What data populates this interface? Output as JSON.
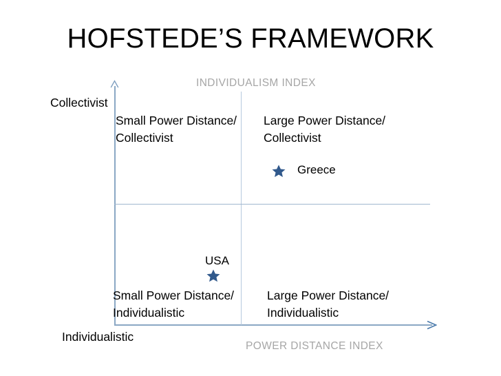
{
  "slide": {
    "title": "HOFSTEDE’S FRAMEWORK",
    "background_color": "#ffffff"
  },
  "axes": {
    "vertical": {
      "caption": "INDIVIDUALISM INDEX",
      "caption_color": "#a6a6a6",
      "line_color": "#8aa7c4",
      "top_pole_label": "Collectivist",
      "bottom_pole_label": "Individualistic"
    },
    "horizontal": {
      "caption": "POWER DISTANCE INDEX",
      "caption_color": "#a6a6a6",
      "line_color": "#8aa7c4"
    }
  },
  "quadrants": [
    {
      "id": "top-left",
      "label": "Small Power Distance/\nCollectivist"
    },
    {
      "id": "top-right",
      "label": "Large Power Distance/\nCollectivist"
    },
    {
      "id": "bottom-left",
      "label": "Small Power Distance/\nIndividualistic"
    },
    {
      "id": "bottom-right",
      "label": "Large Power Distance/\nIndividualistic"
    }
  ],
  "markers": [
    {
      "id": "greece",
      "label": "Greece",
      "icon": "star-icon",
      "color": "#31598c",
      "quadrant": "top-right"
    },
    {
      "id": "usa",
      "label": "USA",
      "icon": "star-icon",
      "color": "#31598c",
      "quadrant": "bottom-left"
    }
  ]
}
